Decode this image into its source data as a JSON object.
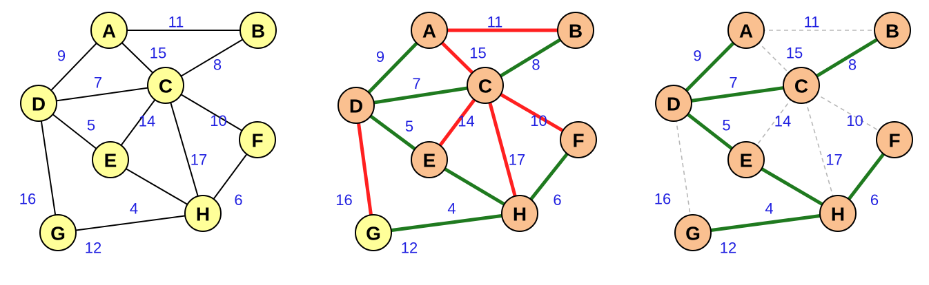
{
  "colors": {
    "weight_text": "#1f1fe0",
    "node_stroke": "#000000",
    "node_unvisited_fill": "#ffff99",
    "node_visited_fill": "#fac090",
    "edge_default": "#000000",
    "edge_tree": "#1f7a1f",
    "edge_rejected": "#ff2020",
    "edge_discarded": "#b8b8b8"
  },
  "nodes": [
    "A",
    "B",
    "C",
    "D",
    "E",
    "F",
    "G",
    "H"
  ],
  "edges": [
    {
      "id": "AB",
      "from": "A",
      "to": "B",
      "weight": "11"
    },
    {
      "id": "AC",
      "from": "A",
      "to": "C",
      "weight": "15"
    },
    {
      "id": "AD",
      "from": "A",
      "to": "D",
      "weight": "9"
    },
    {
      "id": "BC",
      "from": "B",
      "to": "C",
      "weight": "8"
    },
    {
      "id": "CD",
      "from": "C",
      "to": "D",
      "weight": "7"
    },
    {
      "id": "CE",
      "from": "C",
      "to": "E",
      "weight": "14"
    },
    {
      "id": "CF",
      "from": "C",
      "to": "F",
      "weight": "10"
    },
    {
      "id": "CH",
      "from": "C",
      "to": "H",
      "weight": "17"
    },
    {
      "id": "DE",
      "from": "D",
      "to": "E",
      "weight": "5"
    },
    {
      "id": "DG",
      "from": "D",
      "to": "G",
      "weight": "16"
    },
    {
      "id": "EH",
      "from": "E",
      "to": "H",
      "weight": "4"
    },
    {
      "id": "FH",
      "from": "F",
      "to": "H",
      "weight": "6"
    },
    {
      "id": "GH",
      "from": "G",
      "to": "H",
      "weight": "12"
    }
  ],
  "panels": [
    {
      "id": "original-graph",
      "node_style": {
        "A": "unvisited",
        "B": "unvisited",
        "C": "unvisited",
        "D": "unvisited",
        "E": "unvisited",
        "F": "unvisited",
        "G": "unvisited",
        "H": "unvisited"
      },
      "edge_style": {
        "AB": "default",
        "AC": "default",
        "AD": "default",
        "BC": "default",
        "CD": "default",
        "CE": "default",
        "CF": "default",
        "CH": "default",
        "DE": "default",
        "DG": "default",
        "EH": "default",
        "FH": "default",
        "GH": "default"
      }
    },
    {
      "id": "in-progress",
      "node_style": {
        "A": "visited",
        "B": "visited",
        "C": "visited",
        "D": "visited",
        "E": "visited",
        "F": "visited",
        "G": "unvisited",
        "H": "visited"
      },
      "edge_style": {
        "AB": "rejected",
        "AC": "rejected",
        "AD": "tree",
        "BC": "tree",
        "CD": "tree",
        "CE": "rejected",
        "CF": "rejected",
        "CH": "rejected",
        "DE": "tree",
        "DG": "rejected",
        "EH": "tree",
        "FH": "tree",
        "GH": "tree"
      }
    },
    {
      "id": "spanning-tree",
      "node_style": {
        "A": "visited",
        "B": "visited",
        "C": "visited",
        "D": "visited",
        "E": "visited",
        "F": "visited",
        "G": "visited",
        "H": "visited"
      },
      "edge_style": {
        "AB": "discarded",
        "AC": "discarded",
        "AD": "tree",
        "BC": "tree",
        "CD": "tree",
        "CE": "discarded",
        "CF": "discarded",
        "CH": "discarded",
        "DE": "tree",
        "DG": "discarded",
        "EH": "tree",
        "FH": "tree",
        "GH": "tree"
      }
    }
  ]
}
